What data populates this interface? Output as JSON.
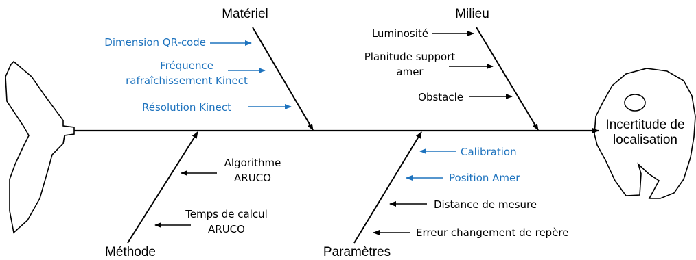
{
  "effect": [
    "Incertitude de",
    "localisation"
  ],
  "colors": {
    "highlight": "#1e73be",
    "default": "#000000"
  },
  "categories": [
    {
      "name": "Matériel",
      "causes": [
        {
          "lines": [
            "Dimension QR-code"
          ],
          "highlight": true
        },
        {
          "lines": [
            "Fréquence",
            "rafraîchissement Kinect"
          ],
          "highlight": true
        },
        {
          "lines": [
            "Résolution Kinect"
          ],
          "highlight": true
        }
      ]
    },
    {
      "name": "Milieu",
      "causes": [
        {
          "lines": [
            "Luminosité"
          ],
          "highlight": false
        },
        {
          "lines": [
            "Planitude support",
            "amer"
          ],
          "highlight": false
        },
        {
          "lines": [
            "Obstacle"
          ],
          "highlight": false
        }
      ]
    },
    {
      "name": "Méthode",
      "causes": [
        {
          "lines": [
            "Algorithme",
            "ARUCO"
          ],
          "highlight": false
        },
        {
          "lines": [
            "Temps de calcul",
            "ARUCO"
          ],
          "highlight": false
        }
      ]
    },
    {
      "name": "Paramètres",
      "causes": [
        {
          "lines": [
            "Calibration"
          ],
          "highlight": true
        },
        {
          "lines": [
            "Position Amer"
          ],
          "highlight": true
        },
        {
          "lines": [
            "Distance de mesure"
          ],
          "highlight": false
        },
        {
          "lines": [
            "Erreur changement de repère"
          ],
          "highlight": false
        }
      ]
    }
  ]
}
